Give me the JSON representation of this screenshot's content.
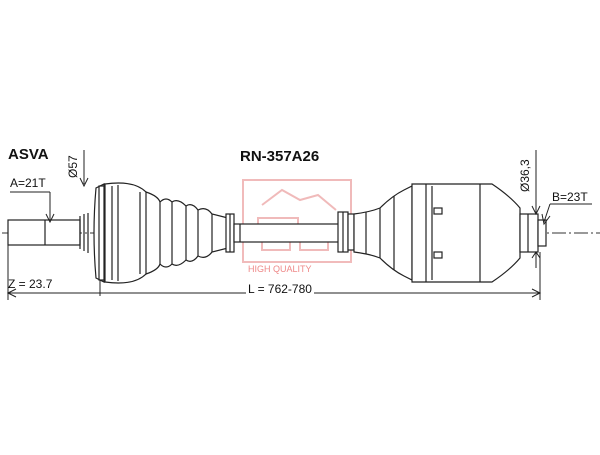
{
  "drawing": {
    "brand": "ASVA",
    "part_number": "RN-357A26",
    "spline_a": "A=21T",
    "spline_b": "B=23T",
    "abs_ring_diameter": "Ø57",
    "inner_diameter": "Ø36,3",
    "offset_z": "Z = 23.7",
    "length": "L = 762-780",
    "watermark_subtext": "HIGH QUALITY"
  },
  "colors": {
    "line": "#222222",
    "watermark": "#e06868"
  }
}
